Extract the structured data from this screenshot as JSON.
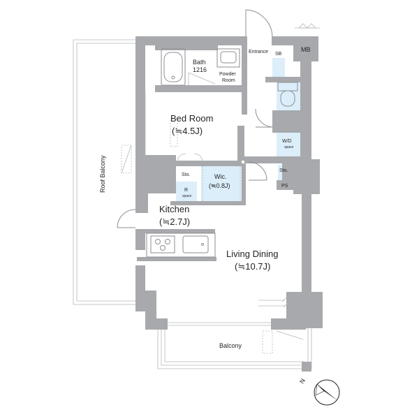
{
  "rooms": {
    "bath": {
      "name": "Bath",
      "size": "1216"
    },
    "powder": {
      "line1": "Powder",
      "line2": "Room"
    },
    "entrance": "Entrance",
    "sb": "SB",
    "mb": "MB",
    "bedroom": {
      "name": "Bed Room",
      "size": "(≒4.5J)"
    },
    "wd": {
      "name": "W/D",
      "sub": "space"
    },
    "sto_bed": "Sto.",
    "sto_hall": "Sto.",
    "wic": {
      "name": "Wic.",
      "size": "(≒0.8J)"
    },
    "ps": "PS",
    "r_space": {
      "name": "R",
      "sub": "space"
    },
    "kitchen": {
      "name": "Kitchen",
      "size": "(≒2.7J)"
    },
    "living": {
      "name": "Living Dining",
      "size": "(≒10.7J)"
    },
    "balcony": "Balcony",
    "roof_balcony": "Roof Balcony"
  },
  "compass": {
    "label": "N"
  },
  "colors": {
    "wall": "#a7a9ac",
    "wet_area": "#dbeefa",
    "text": "#231f20"
  }
}
